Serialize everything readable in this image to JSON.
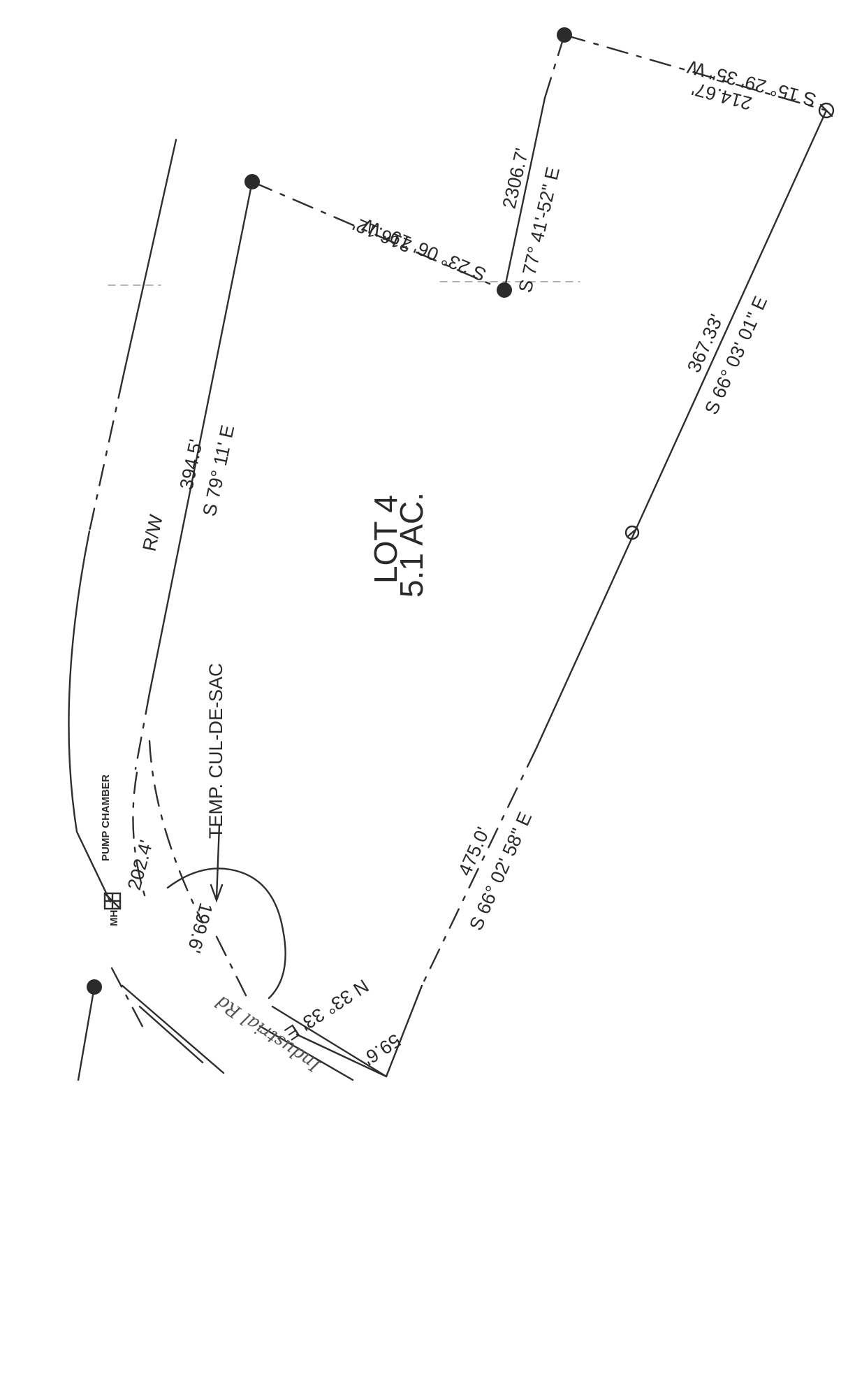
{
  "lot": {
    "name": "LOT 4",
    "area": "5.1 AC."
  },
  "labels": {
    "right_of_way": "R/W",
    "temp_cul_de_sac": "TEMP. CUL-DE-SAC",
    "pump_chamber": "PUMP CHAMBER",
    "mh": "MH",
    "road_name": "Industrial Rd",
    "arc_length_1": "202.4'",
    "arc_length_2": "199.6'"
  },
  "courses": [
    {
      "distance": "394.5'",
      "bearing": "S 79° 11' E"
    },
    {
      "distance": "216.12'",
      "bearing": "S 23° 06' 19\" W"
    },
    {
      "distance": "2306.7'",
      "bearing": "S 77° 41'-52\" E"
    },
    {
      "distance": "214.67'",
      "bearing": "S 15° 29' 35\" W"
    },
    {
      "distance": "367.33'",
      "bearing": "S 66° 03' 01\" E"
    },
    {
      "distance": "475.0'",
      "bearing": "S 66° 02' 58\" E"
    },
    {
      "distance": "59.6'",
      "bearing": "N 33° 33' E"
    }
  ]
}
